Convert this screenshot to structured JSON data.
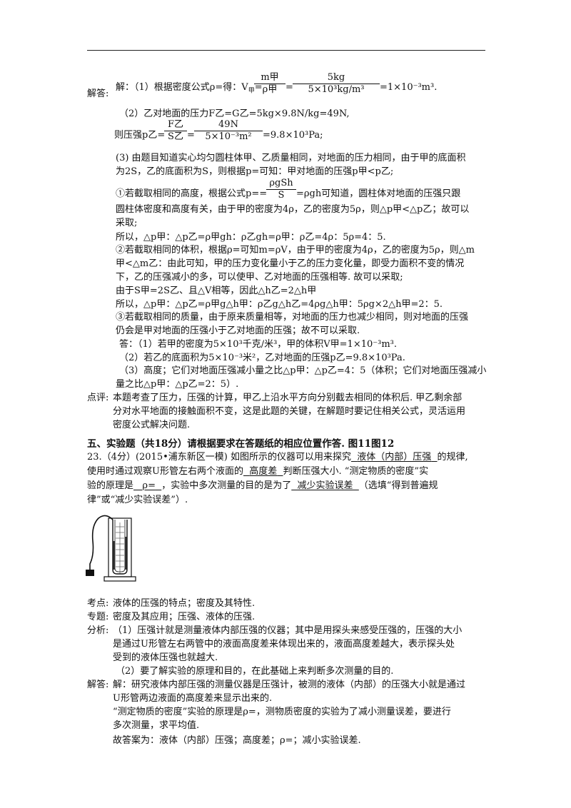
{
  "part1": {
    "answer_label": "解答:",
    "s1_prefix": "解：（1）根据密度公式ρ=得：V",
    "s1_sub": "甲",
    "s1_eq": "=",
    "f1_num": "m甲",
    "f1_den": "ρ甲",
    "f2_num": "5kg",
    "f2_den": "5×10³kg/m³",
    "s1_result": "=1×10⁻³m³.",
    "s2": "（2）乙对地面的压力F乙=G乙=5kg×9.8N/kg=49N,",
    "s3_prefix": "则压强p乙=",
    "f3_num": "F乙",
    "f3_den": "S乙",
    "f4_num": "49N",
    "f4_den": "5×10⁻³m²",
    "s3_result": "=9.8×10³Pa;",
    "p3_l1": "(3) 由题目知道实心均匀圆柱体甲、乙质量相同，对地面的压力相同，由于甲的底面积",
    "p3_l2": "为2S，乙的底面积为S，则根据p=可知：甲对地面的压强p甲<p乙;",
    "c1_prefix": "①若截取相同的高度，根据公式p==",
    "f5_num": "ρgSh",
    "f5_den": "S",
    "c1_suffix": "=ρgh可知道，圆柱体对地面的压强只跟",
    "c1_l2": "圆柱体密度和高度有关，由于甲的密度为4ρ，乙的密度为5ρ，则△p甲<△p乙；故可以",
    "c1_l3": "采取;",
    "c1_l4": "所以，△p甲：△p乙=ρ甲gh：ρ乙gh=ρ甲：ρ乙=4ρ：5ρ=4：5.",
    "c2_l1": "②若截取相同的体积，根据ρ=可知m=ρV，由于甲的密度为4ρ，乙的密度为5ρ，则△m",
    "c2_l2": "甲<△m乙：由此可知，甲的压力变化量小于乙的压力变化量，即受力面积不变的情况",
    "c2_l3": "下，乙的压强减小的多，可以使甲、乙对地面的压强相等. 故可以采取;",
    "c2_l4": "由于S甲=2S乙、且△V相等，因此△h乙=2△h甲",
    "c2_l5": "所以，△p甲：△p乙=ρ甲g△h甲：ρ乙g△h乙=4ρg△h甲：5ρg×2△h甲=2：5.",
    "c3_l1": "③若截取相同的质量，由于原来质量相等，对地面的压力也减少相同，则对地面的压强",
    "c3_l2": "仍会是甲对地面的压强小于乙对地面的压强；故不可以采取.",
    "ans_l1": "答：（1）若甲的密度为5×10³千克/米³，甲的体积V甲=1×10⁻³m³.",
    "ans_l2": "（2）若乙的底面积为5×10⁻³米²，乙对地面的压强p乙=9.8×10³Pa.",
    "ans_l3": "（3）高度；它们对地面压强减小量之比△p甲：△p乙=4：5（体积；它们对地面压强减小",
    "ans_l4": "量之比△p甲：△p乙=2：5）.",
    "comment_label": "点评:",
    "comment_l1": "本题考查了压力，压强的计算，甲乙上沿水平方向分别截去相同的体积后. 甲乙剩余部",
    "comment_l2": "分对水平地面的接触面积不变，这是此题的关键，在解题时要记住相关公式，灵活运用",
    "comment_l3": "密度公式解决问题."
  },
  "section5": {
    "heading": "五、实验题（共18分）请根据要求在答题纸的相应位置作答. 图11图12",
    "q_l1_a": "23.（4分）(2015•浦东新区一模) 如图所示的仪器可以用来探究",
    "q_l1_blank": "液体（内部）压强",
    "q_l1_b": "的规律,",
    "q_l2_a": "使用时通过观察U形管左右两个液面的",
    "q_l2_blank": "高度差",
    "q_l2_b": "判断压强大小. “测定物质的密度”实",
    "q_l3_a": "验的原理是",
    "q_l3_blank1": "ρ=",
    "q_l3_b": "，实验中多次测量的目的是为了",
    "q_l3_blank2": "减少实验误差",
    "q_l3_c": "（选填“得到普遍规",
    "q_l4": "律”或“减少实验误差”）.",
    "kaodian_label": "考点:",
    "kaodian": "液体的压强的特点；密度及其特性.",
    "zhuanti_label": "专题:",
    "zhuanti": "密度及其应用；压强、液体的压强.",
    "fenxi_label": "分析:",
    "fenxi_l1": "（1）压强计就是测量液体内部压强的仪器；其中是用探头来感受压强的，压强的大小",
    "fenxi_l2": "是通过U形管左右两管中的液面高度差来体现出来的，液面高度差越大，表示探头处",
    "fenxi_l3": "受到的液体压强也就越大.",
    "fenxi_l4": "（2）要了解实验的原理和目的，在此基础上来判断多次测量的目的.",
    "jieda_label": "解答:",
    "jieda_l1": "解：研究液体内部压强的测量仪器是压强计，被测的液体（内部）的压强大小就是通过",
    "jieda_l2": "U形管两边液面的高度差来显示出来的.",
    "jieda_l3": "“测定物质的密度”实验的原理是ρ=，测物质密度的实验为了减小测量误差，要进行",
    "jieda_l4": "多次测量，求平均值.",
    "jieda_l5": "故答案为：液体（内部）压强；高度差；ρ=；减小实验误差."
  }
}
